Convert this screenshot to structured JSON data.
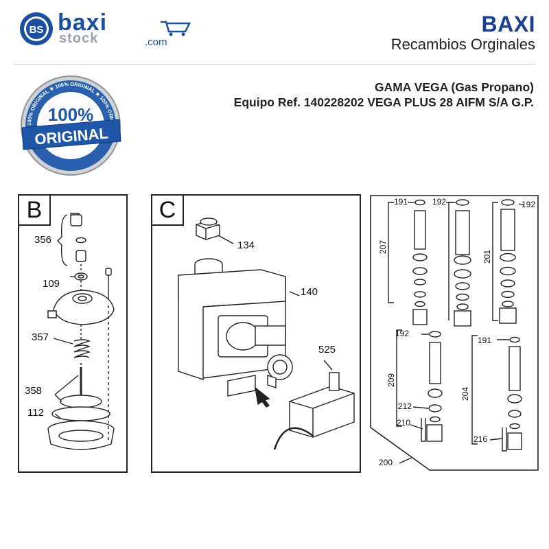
{
  "header": {
    "logo_left": {
      "top": "baxi",
      "bottom": "stock",
      "suffix": ".com",
      "badge": "BS"
    },
    "brand_name": "BAXI",
    "brand_tagline": "Recambios Orginales",
    "cart_icon": "shopping-cart-icon"
  },
  "seal": {
    "ring_text": "100% ORIGINAL ★ 100% ORIGINAL ★ 100% ORIGINAL ★",
    "big_text": "100%",
    "ribbon_text": "ORIGINAL"
  },
  "titles": {
    "line1": "GAMA VEGA (Gas Propano)",
    "line2": "Equipo Ref. 140228202 VEGA PLUS 28 AIFM S/A G.P."
  },
  "panels": {
    "b": {
      "letter": "B",
      "refs": {
        "r356": "356",
        "r109": "109",
        "r357": "357",
        "r358": "358",
        "r112": "112"
      }
    },
    "c": {
      "letter": "C",
      "refs": {
        "r134": "134",
        "r140": "140",
        "r525": "525"
      }
    },
    "d": {
      "refs": {
        "r191a": "191",
        "r192a": "192",
        "r192b": "192",
        "r207": "207",
        "r201": "201",
        "r192c": "192",
        "r191b": "191",
        "r209": "209",
        "r204": "204",
        "r212": "212",
        "r210": "210",
        "r216": "216",
        "r200": "200"
      }
    }
  },
  "colors": {
    "brand_blue": "#1b3f8f",
    "seal_blue": "#1f56a8",
    "line": "#222222"
  }
}
